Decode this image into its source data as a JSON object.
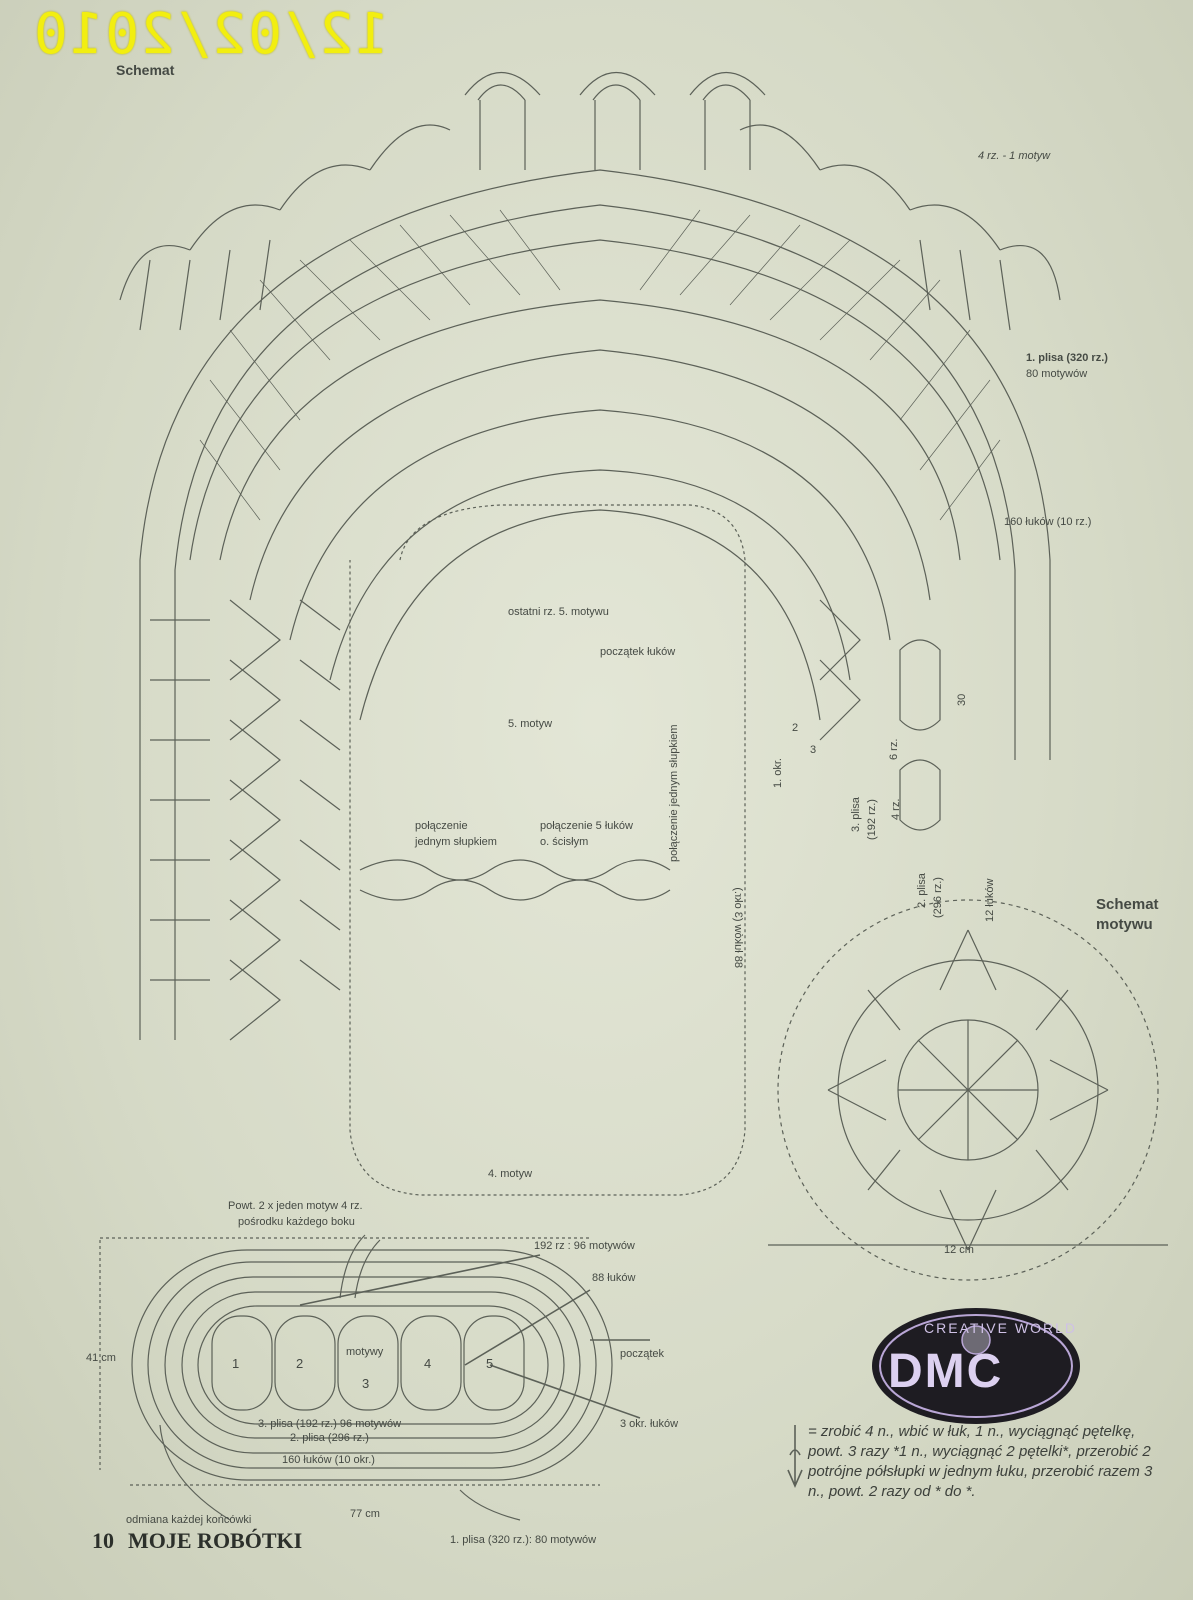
{
  "stamp": {
    "date": "12/02/2010"
  },
  "main_schema": {
    "title": "Schemat",
    "label_row4": "4 rz. - 1 motyw",
    "label_plisa1": "1. plisa (320 rz.)",
    "label_plisa1_motifs": "80 motywów",
    "label_arcs": "160 łuków (10 rz.)",
    "label_last_row": "ostatni rz. 5. motywu",
    "label_start_arcs": "początek łuków",
    "label_motif5": "5. motyw",
    "label_join_single": "połączenie jednym słupkiem",
    "label_join_single_line1": "połączenie",
    "label_join_single_line2": "jednym słupkiem",
    "label_join_five_line1": "połączenie 5 łuków",
    "label_join_five_line2": "o. ścisłym",
    "label_join_vertical": "połączenie jednym słupkiem",
    "label_88_arcs_3": "88 łuków (3 okr.)",
    "label_motif4": "4. motyw",
    "label_1okr": "1. okr.",
    "label_2": "2",
    "label_3": "3",
    "label_6rz": "6 rz.",
    "label_4rz": "4 rz.",
    "label_plisa3": "3. plisa",
    "label_plisa3_rows": "(192 rz.)",
    "label_plisa2": "2. plisa",
    "label_plisa2_rows": "(296 rz.)",
    "label_12_arcs": "12 łuków",
    "label_30": "30"
  },
  "motif_schema": {
    "title_line1": "Schemat",
    "title_line2": "motywu",
    "width_label": "12 cm"
  },
  "overview": {
    "note_line1": "Powt. 2 x jeden motyw 4 rz.",
    "note_line2": "pośrodku każdego boku",
    "label_192": "192 rz : 96 motywów",
    "label_88": "88 łuków",
    "label_start": "początek",
    "label_3okr": "3 okr. łuków",
    "label_41cm": "41 cm",
    "label_77cm": "77 cm",
    "label_motifs": "motywy",
    "motif_numbers": [
      "1",
      "2",
      "3",
      "4",
      "5"
    ],
    "label_plisa3": "3. plisa (192 rz.) 96 motywów",
    "label_plisa2": "2. plisa (296 rz.)",
    "label_160": "160 łuków (10 okr.)",
    "label_odmiana": "odmiana każdej końcówki",
    "label_plisa1": "1. plisa (320 rz.): 80 motywów"
  },
  "logo": {
    "top_text": "CREATIVE WORLD",
    "brand": "DMC"
  },
  "legend": {
    "text": "= zrobić 4 n., wbić w łuk, 1 n., wyciągnąć pętelkę, powt. 3 razy *1 n., wyciągnąć 2 pętelki*, przerobić 2 potrójne półsłupki w jednym łuku, przerobić razem 3 n., powt. 2 razy od * do *."
  },
  "footer": {
    "page_number": "10",
    "magazine": "MOJE ROBÓTKI"
  },
  "colors": {
    "paper": "#d8dccb",
    "ink": "#555a52",
    "stamp": "#f2ee10",
    "logo_bg": "#1e1c22",
    "logo_purple": "#b9a6d6"
  }
}
